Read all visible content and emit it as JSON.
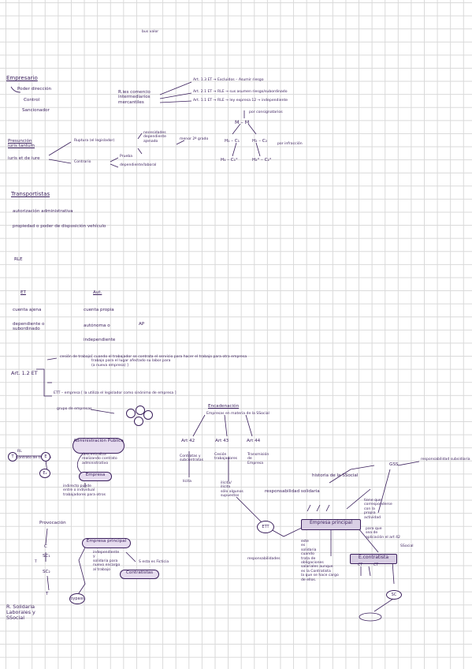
{
  "header": {
    "top_note": "bus valor"
  },
  "empresario": {
    "title": "Empresario",
    "items": [
      "Poder dirección",
      "Control",
      "Sancionador"
    ]
  },
  "rel_mercantiles": {
    "label": "R.ies comercio\nintermediarios\nmercantiles",
    "art_13": "Art. 1.3 ET → Excluidos – Asumir riesgo",
    "art_21": "Art. 2.1 ET → RLE → sus asumen riesgo/subordinado",
    "art_11": "Art. 1.1 ET → RLE → ley expresa 12 → independiente"
  },
  "diagram_top": {
    "por_consig": "por consignatarios",
    "node_m": "M – M",
    "left": "H₁ – C₁",
    "right": "H₂ – C₂",
    "bottom_left": "H₁ – C₁°",
    "bottom_right": "H₂° – C₂°",
    "por_infrac": "por infracción"
  },
  "presuncion": {
    "label": "Presunción\niuris tantum",
    "iuris": "iuris et de iure",
    "ruptura": "Ruptura (el legislador)",
    "brace": "necesidades\ndependiente\najenado",
    "contrario": "Contrario",
    "prueba": "Prueba",
    "indep": "dependiente/laboral",
    "grado": "menor 2ª grado"
  },
  "transportistas": {
    "title": "Transportistas",
    "items": [
      "autorización administrativa",
      "propiedad o poder de disposición vehículo"
    ],
    "rle": "RLE"
  },
  "et_cols": {
    "et": "ET",
    "aut": "Aut.",
    "left": [
      "cuenta ajena",
      "dependiente o\nsubordinado"
    ],
    "right": [
      "cuenta propia",
      "autónoma o",
      "independiente"
    ],
    "ap": "AP"
  },
  "art12": {
    "label": "Art. 1.2 ET",
    "cesion": "cesión de trabajo",
    "cesion_text": "[ cuando el trabajador se contrata el servicio para hacer el trabajo para otra empresa\ntrabajo para el lugar afectado su labor para\n(a nueva empresa) ]",
    "ett": "ETT – empresa [ la utiliza el legislador como sinónimo de empresa ]",
    "grupo": "grupo de empresas"
  },
  "admin": {
    "re": "RL",
    "re_text": "Contrato de trabajo",
    "t": "T",
    "e": "E",
    "e2": "E₂",
    "admin_pub": "Administración\nPública",
    "desc": "descentraliza\nrealizando contrato\nadministrativo",
    "empresa": "Empresa",
    "indirect": "indirecto puede\nentre o individual\ntrabajadores para otros"
  },
  "contratas": {
    "encadenacion": "Encadenación",
    "enc_text": "Empresas en materia de la SSocial",
    "art42": "Art 42",
    "art43": "Art 43",
    "art44": "Art 44",
    "c42": "Contratas y\nsubcontratas",
    "c43": "Cesión\ntrabajadores",
    "c44": "Transmisión\nde\nEmpresa",
    "licita": "lícita",
    "ilicita": "ilícita/\nilícita\nsólo algunos\nsupuestos",
    "ett_node": "ETT",
    "resp_solidaria": "responsabilidad solidaria",
    "historia": "historia de la SSocial",
    "gss": "GSS",
    "resp_subsid": "responsabilidad subsidiaria",
    "empresa_principal": "Empresa principal",
    "contratista": "E.contratista",
    "ssocial": "SSocial",
    "resp_left": "responsabilidades",
    "note_right": "tiene que\ncorresponderse\ncon la\npropia\nactividad",
    "note_right2": "para que\nsea de\naplicación el art 42",
    "middle_note": "este\nes\nsolidaria\ncuando\ntrata de\nobligaciones\nsalariales aunque\nes la Contratista\nla que se hace cargo\nde ellos.",
    "sc": "SC",
    "ct": "CT",
    "ct2": "CT"
  },
  "bottom_left": {
    "provocacion": "Provocación",
    "chain": [
      "C",
      "SC₁",
      "SC₂",
      "T"
    ],
    "t_label": "T",
    "empresa_principal": "Empresa principal",
    "indep": "independiente\ny\nsolidaria para\nnuevo encargo\nal trabajo",
    "ficticia": "S esta es Ficticia",
    "contratistas": "Contratistas",
    "rel": "R. Solidaria\nLaborales y\nSSocial",
    "bypass": "bypass"
  }
}
